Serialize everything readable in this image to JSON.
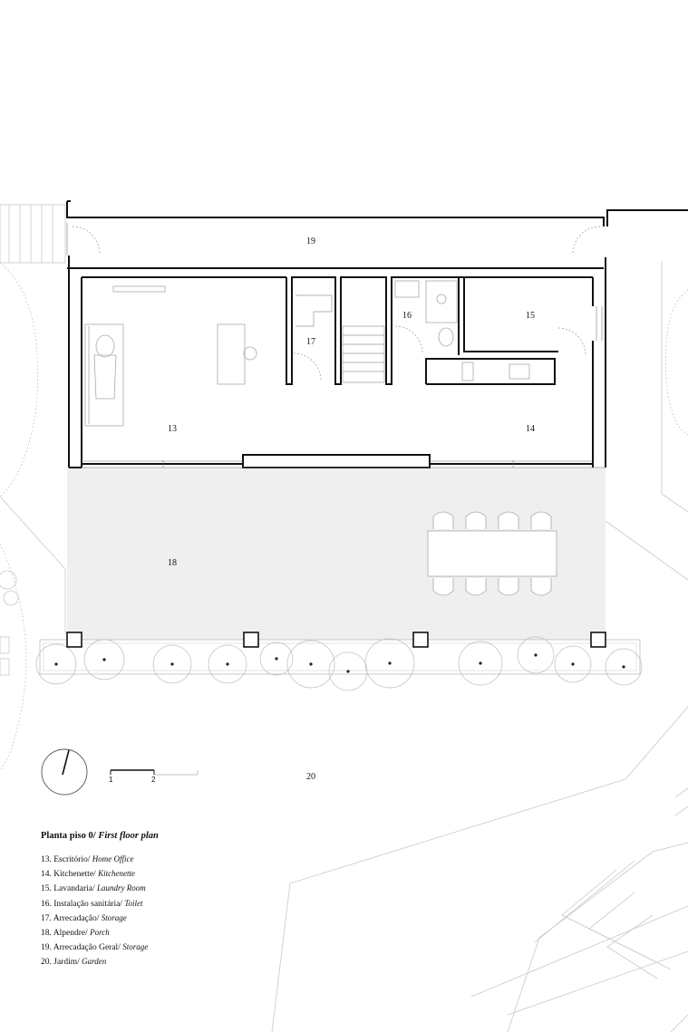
{
  "legend": {
    "title": "Planta piso 0/",
    "title_en": "First floor plan",
    "items": [
      {
        "num": "13.",
        "pt": "Escritório/",
        "en": "Home Office"
      },
      {
        "num": "14.",
        "pt": "Kitchenette/",
        "en": "Kitchenette"
      },
      {
        "num": "15.",
        "pt": "Lavandaria/",
        "en": "Laundry Room"
      },
      {
        "num": "16.",
        "pt": "Instalação sanitária/",
        "en": "Toilet"
      },
      {
        "num": "17.",
        "pt": "Arrecadação/",
        "en": "Storage"
      },
      {
        "num": "18.",
        "pt": "Alpendre/",
        "en": "Porch"
      },
      {
        "num": "19.",
        "pt": "Arrecadação Geral/",
        "en": "Storage"
      },
      {
        "num": "20.",
        "pt": "Jardim/",
        "en": "Garden"
      }
    ]
  },
  "rooms": {
    "r13": "13",
    "r14": "14",
    "r15": "15",
    "r16": "16",
    "r17": "17",
    "r18": "18",
    "r19": "19",
    "r20": "20"
  },
  "scale_bar": {
    "label_1": "1",
    "label_2": "2"
  }
}
